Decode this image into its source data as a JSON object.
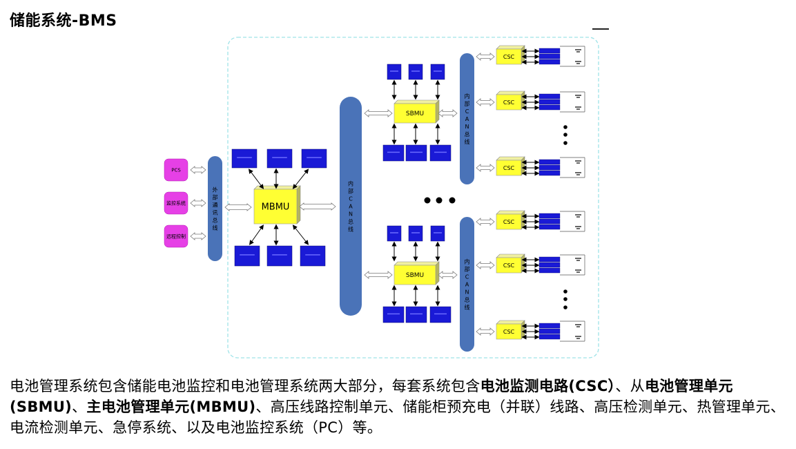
{
  "title": "储能系统-BMS",
  "diagram": {
    "pcs": "PCS",
    "ems": "监控系统",
    "remote": "远程控制",
    "external_bus": "外部通讯总线",
    "mbmu": "MBMU",
    "internal_bus": "内部CAN总线",
    "sbmu": "SBMU",
    "csc": "CSC",
    "colors": {
      "bus": "#4a73b8",
      "module": "#ffff33",
      "box": "#1a1ad6",
      "external": "#e640e6",
      "border": "#9fe3e8"
    }
  },
  "description": {
    "s1": "电池管理系统包含储能电池监控和电池管理系统两大部分，每套系统包含",
    "b1": "电池监测电路(CSC）",
    "s2": "、从",
    "b2": "电池管理单元(SBMU)",
    "s3": "、",
    "b3": "主电池管理单元(MBMU)",
    "s4": "、高压线路控制单元、储能柜预充电（并联）线路、高压检测单元、热管理单元、电流检测单元、急停系统、以及电池监控系统（PC）等。"
  }
}
